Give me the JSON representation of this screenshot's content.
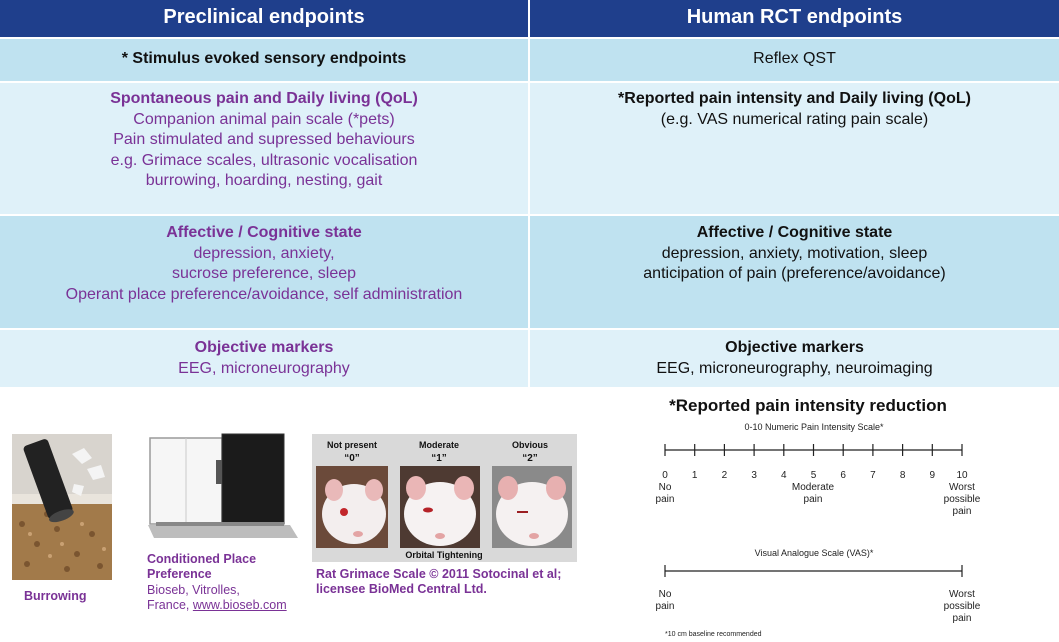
{
  "header": {
    "left": "Preclinical endpoints",
    "right": "Human RCT endpoints"
  },
  "rows": [
    {
      "left_title": "* Stimulus evoked sensory endpoints",
      "left_lines": [],
      "right_title": "",
      "right_lines": [
        "Reflex QST"
      ]
    },
    {
      "left_title": "Spontaneous pain and Daily living (QoL)",
      "left_lines": [
        "Companion animal pain scale (*pets)",
        "Pain stimulated and supressed behaviours",
        "e.g. Grimace scales, ultrasonic vocalisation",
        "burrowing, hoarding, nesting, gait"
      ],
      "right_title": "*Reported pain intensity and Daily living (QoL)",
      "right_lines": [
        "(e.g. VAS numerical rating pain scale)"
      ]
    },
    {
      "left_title": "Affective / Cognitive state",
      "left_lines": [
        "depression, anxiety,",
        "sucrose preference, sleep",
        "Operant place preference/avoidance, self administration"
      ],
      "right_title": "Affective / Cognitive state",
      "right_lines": [
        "depression, anxiety, motivation, sleep",
        "anticipation of pain (preference/avoidance)"
      ]
    },
    {
      "left_title": "Objective markers",
      "left_lines": [
        "EEG, microneurography"
      ],
      "right_title": "Objective markers",
      "right_lines": [
        "EEG, microneurography,  neuroimaging"
      ]
    }
  ],
  "images": {
    "burrowing_caption": "Burrowing",
    "cpp_caption_lines": [
      "Conditioned  Place",
      "Preference"
    ],
    "cpp_source_lines": [
      "Bioseb, Vitrolles,",
      "France, "
    ],
    "cpp_link": "www.bioseb.com",
    "grimace_headers": [
      "Not present",
      "Moderate",
      "Obvious"
    ],
    "grimace_scores": [
      "“0”",
      "“1”",
      "“2”"
    ],
    "grimace_bottom": "Orbital Tightening",
    "grimace_caption_lines": [
      "Rat Grimace Scale © 2011 Sotocinal et al;",
      "licensee BioMed Central Ltd."
    ]
  },
  "scales": {
    "title": "*Reported pain intensity reduction",
    "nrs_title": "0-10 Numeric Pain Intensity Scale*",
    "nrs_ticks": [
      "0",
      "1",
      "2",
      "3",
      "4",
      "5",
      "6",
      "7",
      "8",
      "9",
      "10"
    ],
    "nrs_left": [
      "No",
      "pain"
    ],
    "nrs_mid": [
      "Moderate",
      "pain"
    ],
    "nrs_right": [
      "Worst",
      "possible",
      "pain"
    ],
    "vas_title": "Visual Analogue Scale (VAS)*",
    "vas_left": [
      "No",
      "pain"
    ],
    "vas_right": [
      "Worst",
      "possible",
      "pain"
    ],
    "footnote": "*10 cm baseline recommended"
  }
}
